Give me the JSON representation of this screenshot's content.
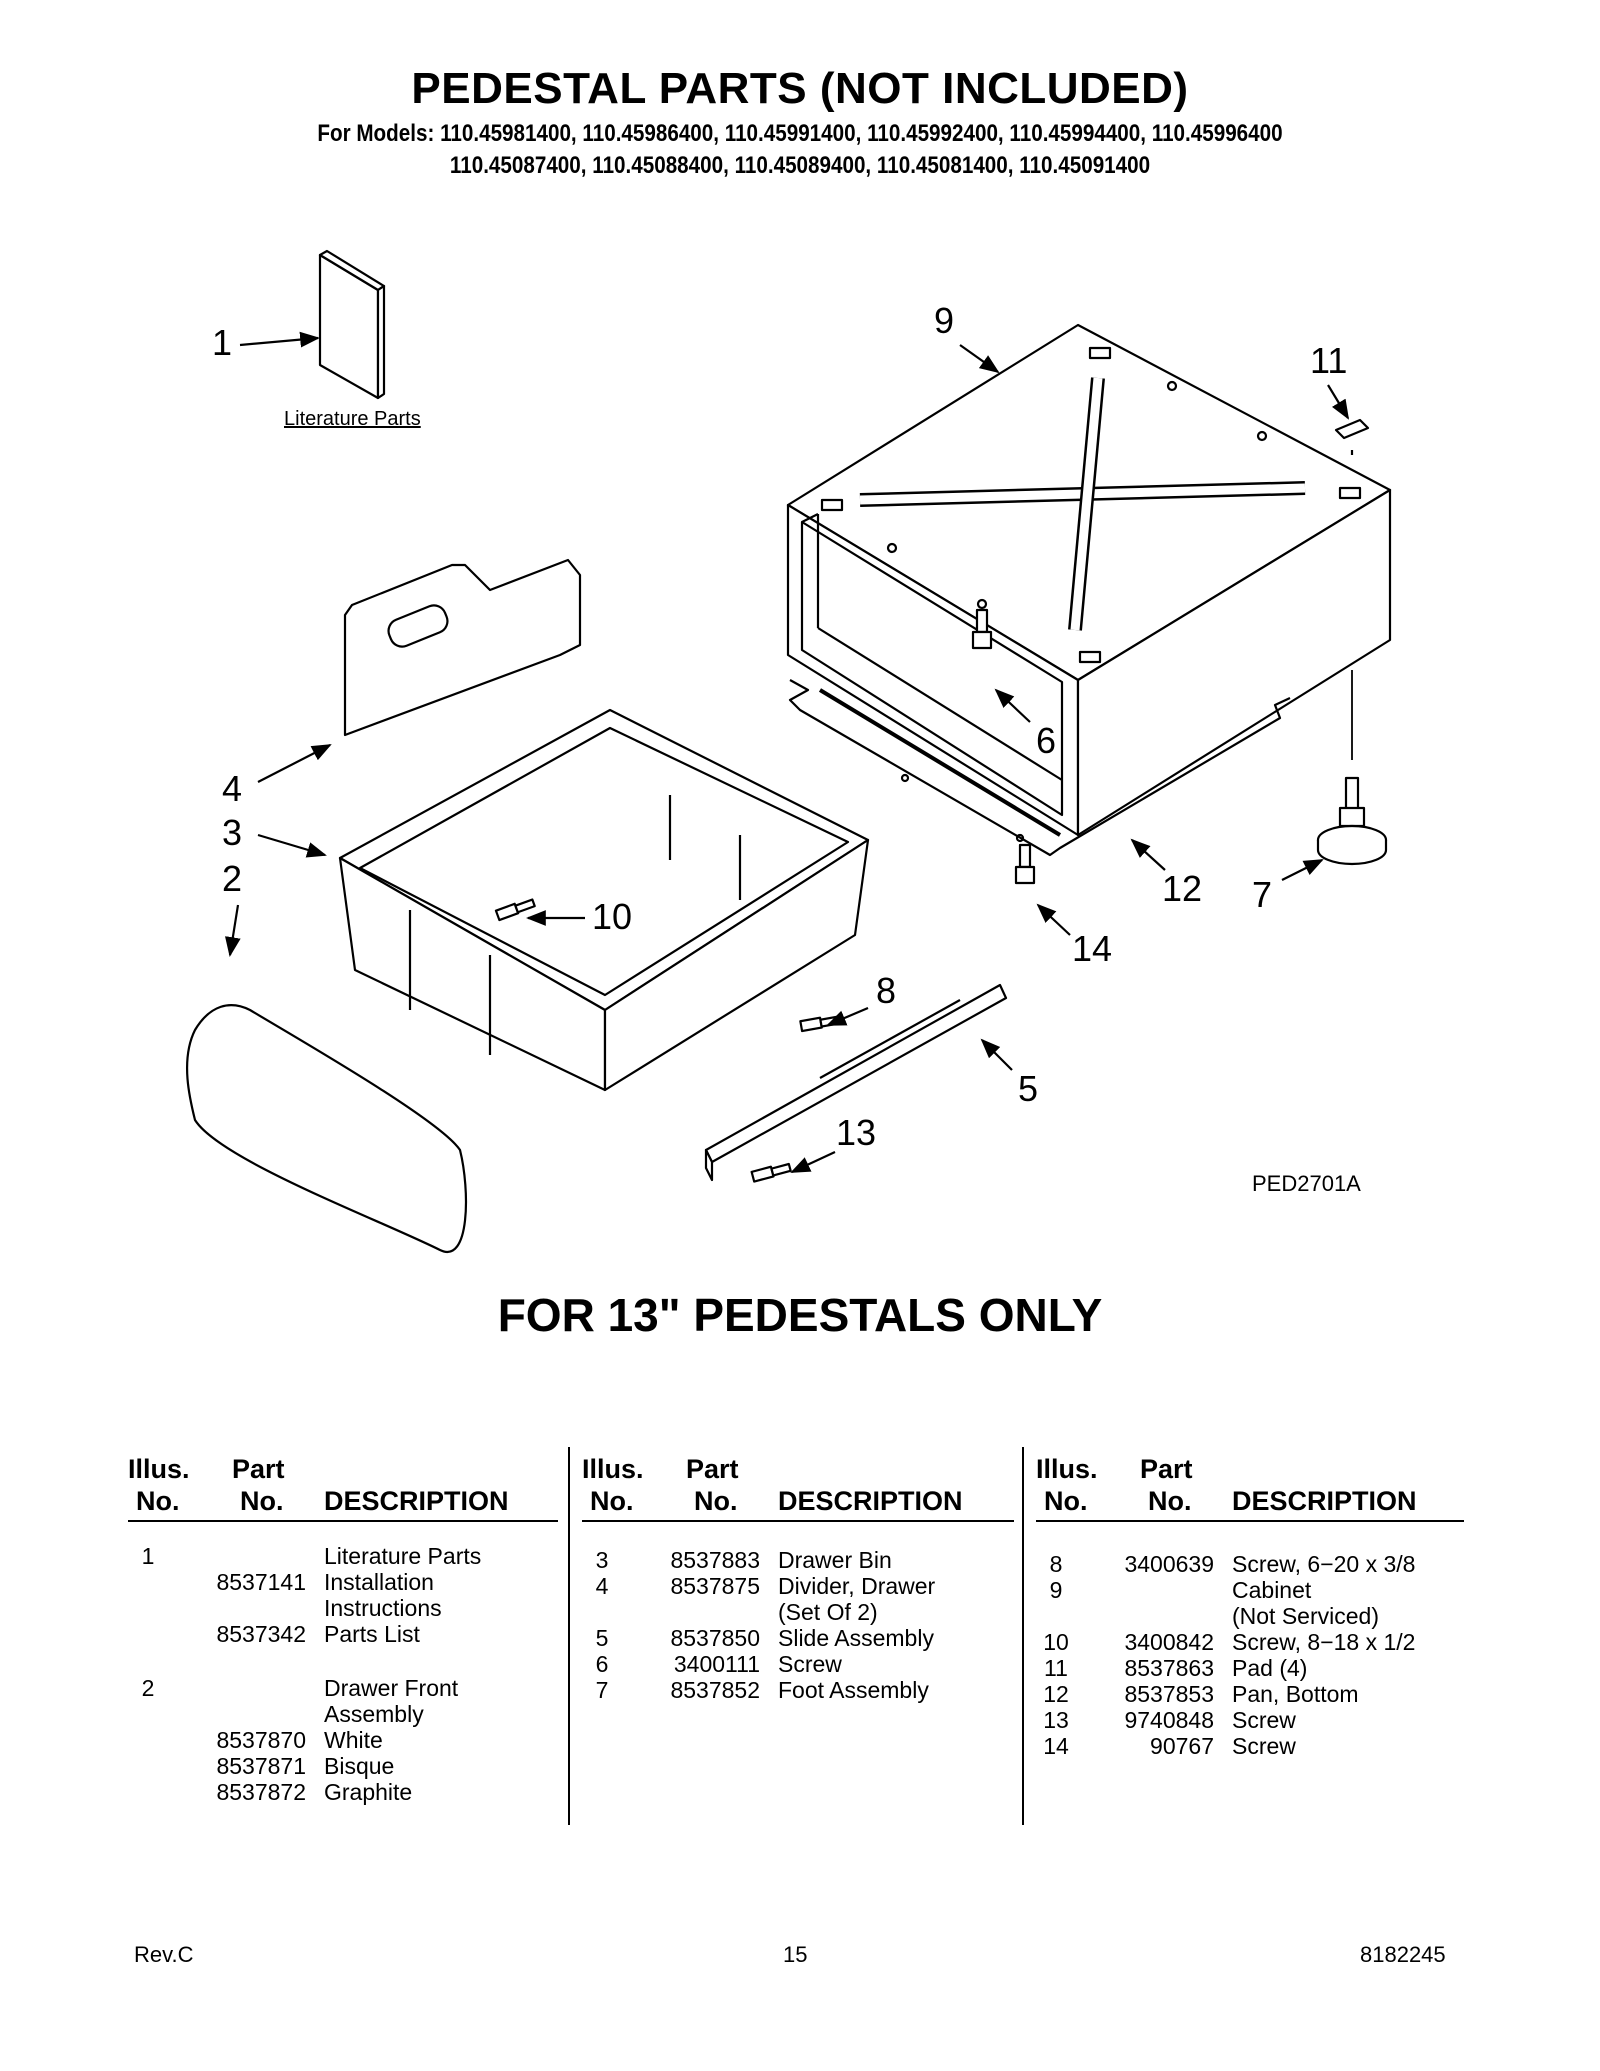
{
  "header": {
    "title": "PEDESTAL PARTS (NOT INCLUDED)",
    "models_line1": "For Models: 110.45981400, 110.45986400, 110.45991400, 110.45992400, 110.45994400, 110.45996400",
    "models_line2": "110.45087400, 110.45088400, 110.45089400, 110.45081400, 110.45091400"
  },
  "diagram": {
    "callouts": [
      "1",
      "9",
      "11",
      "6",
      "4",
      "3",
      "2",
      "10",
      "12",
      "7",
      "14",
      "8",
      "5",
      "13"
    ],
    "literature_label": "Literature Parts",
    "figure_code": "PED2701A"
  },
  "subtitle": "FOR 13\" PEDESTALS ONLY",
  "table": {
    "headers": {
      "illus1": "Illus.",
      "illus2": "No.",
      "part1": "Part",
      "part2": "No.",
      "desc": "DESCRIPTION"
    },
    "col1": [
      {
        "illus": "1",
        "part": "",
        "desc": "Literature Parts"
      },
      {
        "illus": "",
        "part": "8537141",
        "desc": "Installation"
      },
      {
        "illus": "",
        "part": "",
        "desc": "Instructions"
      },
      {
        "illus": "",
        "part": "8537342",
        "desc": "Parts List"
      },
      {
        "illus": "2",
        "part": "",
        "desc": "Drawer Front"
      },
      {
        "illus": "",
        "part": "",
        "desc": "Assembly"
      },
      {
        "illus": "",
        "part": "8537870",
        "desc": "White"
      },
      {
        "illus": "",
        "part": "8537871",
        "desc": "Bisque"
      },
      {
        "illus": "",
        "part": "8537872",
        "desc": "Graphite"
      }
    ],
    "col2": [
      {
        "illus": "3",
        "part": "8537883",
        "desc": "Drawer Bin"
      },
      {
        "illus": "4",
        "part": "8537875",
        "desc": "Divider, Drawer"
      },
      {
        "illus": "",
        "part": "",
        "desc": "(Set Of 2)"
      },
      {
        "illus": "5",
        "part": "8537850",
        "desc": "Slide Assembly"
      },
      {
        "illus": "6",
        "part": "3400111",
        "desc": "Screw"
      },
      {
        "illus": "7",
        "part": "8537852",
        "desc": "Foot Assembly"
      }
    ],
    "col3": [
      {
        "illus": "8",
        "part": "3400639",
        "desc": "Screw, 6−20 x 3/8"
      },
      {
        "illus": "9",
        "part": "",
        "desc": "Cabinet"
      },
      {
        "illus": "",
        "part": "",
        "desc": "(Not Serviced)"
      },
      {
        "illus": "10",
        "part": "3400842",
        "desc": "Screw, 8−18 x 1/2"
      },
      {
        "illus": "11",
        "part": "8537863",
        "desc": "Pad (4)"
      },
      {
        "illus": "12",
        "part": "8537853",
        "desc": "Pan, Bottom"
      },
      {
        "illus": "13",
        "part": "9740848",
        "desc": "Screw"
      },
      {
        "illus": "14",
        "part": "90767",
        "desc": "Screw"
      }
    ]
  },
  "footer": {
    "left": "Rev.C",
    "center": "15",
    "right": "8182245"
  }
}
